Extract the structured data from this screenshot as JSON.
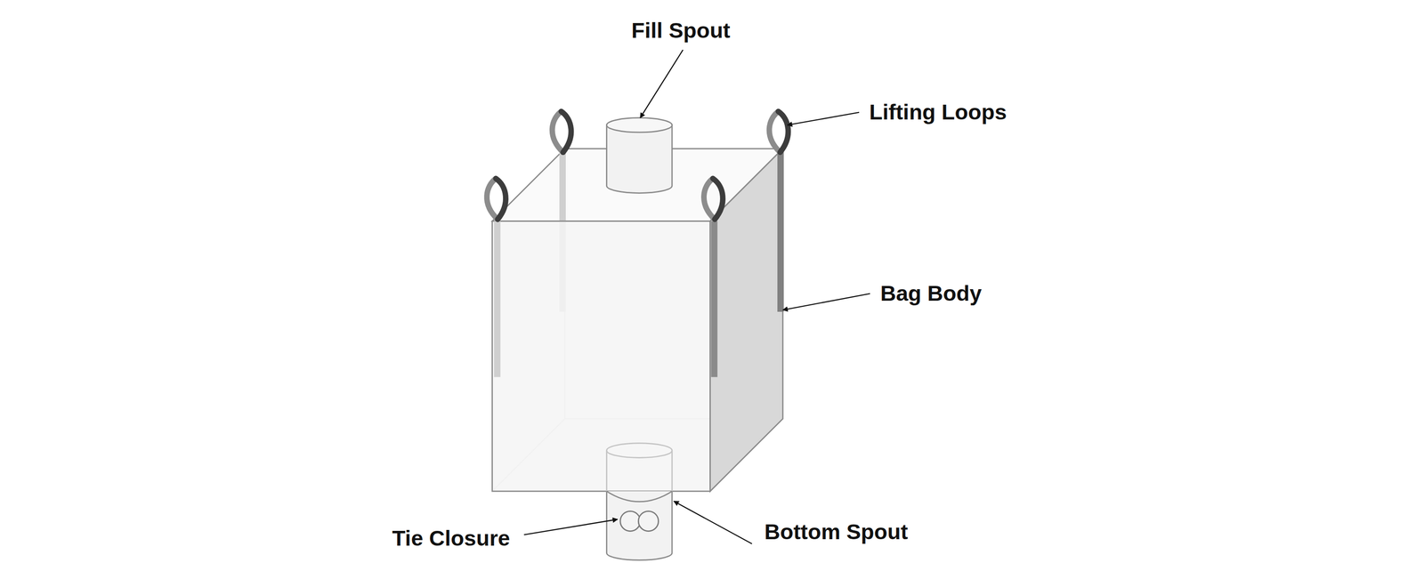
{
  "diagram": {
    "labels": [
      "Fill Spout",
      "Lifting Loops",
      "Bag Body",
      "Tie Closure",
      "Bottom Spout"
    ]
  }
}
